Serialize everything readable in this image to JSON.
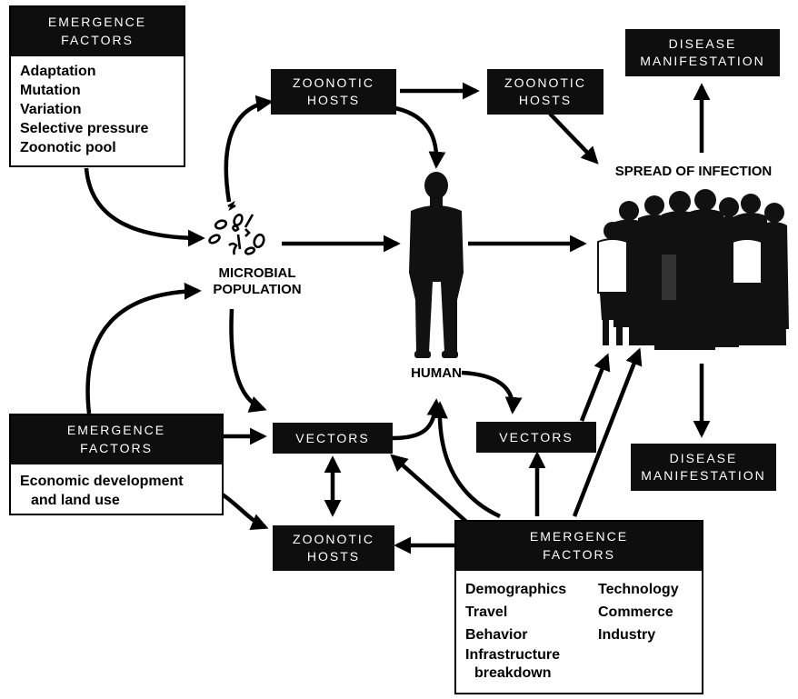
{
  "top_factors": {
    "title_line1": "EMERGENCE",
    "title_line2": "FACTORS",
    "items": [
      "Adaptation",
      "Mutation",
      "Variation",
      "Selective pressure",
      "Zoonotic pool"
    ]
  },
  "mid_factors": {
    "title_line1": "EMERGENCE",
    "title_line2": "FACTORS",
    "items": [
      "Economic development",
      "and land use"
    ]
  },
  "bottom_factors": {
    "title_line1": "EMERGENCE",
    "title_line2": "FACTORS",
    "left_items": [
      "Demographics",
      "Travel",
      "Behavior",
      "Infrastructure",
      "breakdown"
    ],
    "right_items": [
      "Technology",
      "Commerce",
      "Industry"
    ]
  },
  "zoonotic_hosts_1": {
    "line1": "ZOONOTIC",
    "line2": "HOSTS"
  },
  "zoonotic_hosts_2": {
    "line1": "ZOONOTIC",
    "line2": "HOSTS"
  },
  "zoonotic_hosts_3": {
    "line1": "ZOONOTIC",
    "line2": "HOSTS"
  },
  "vectors_1": "VECTORS",
  "vectors_2": "VECTORS",
  "disease_top": {
    "line1": "DISEASE",
    "line2": "MANIFESTATION"
  },
  "disease_bottom": {
    "line1": "DISEASE",
    "line2": "MANIFESTATION"
  },
  "microbial": {
    "line1": "MICROBIAL",
    "line2": "POPULATION"
  },
  "human_label": "HUMAN",
  "spread_label": "SPREAD OF INFECTION"
}
